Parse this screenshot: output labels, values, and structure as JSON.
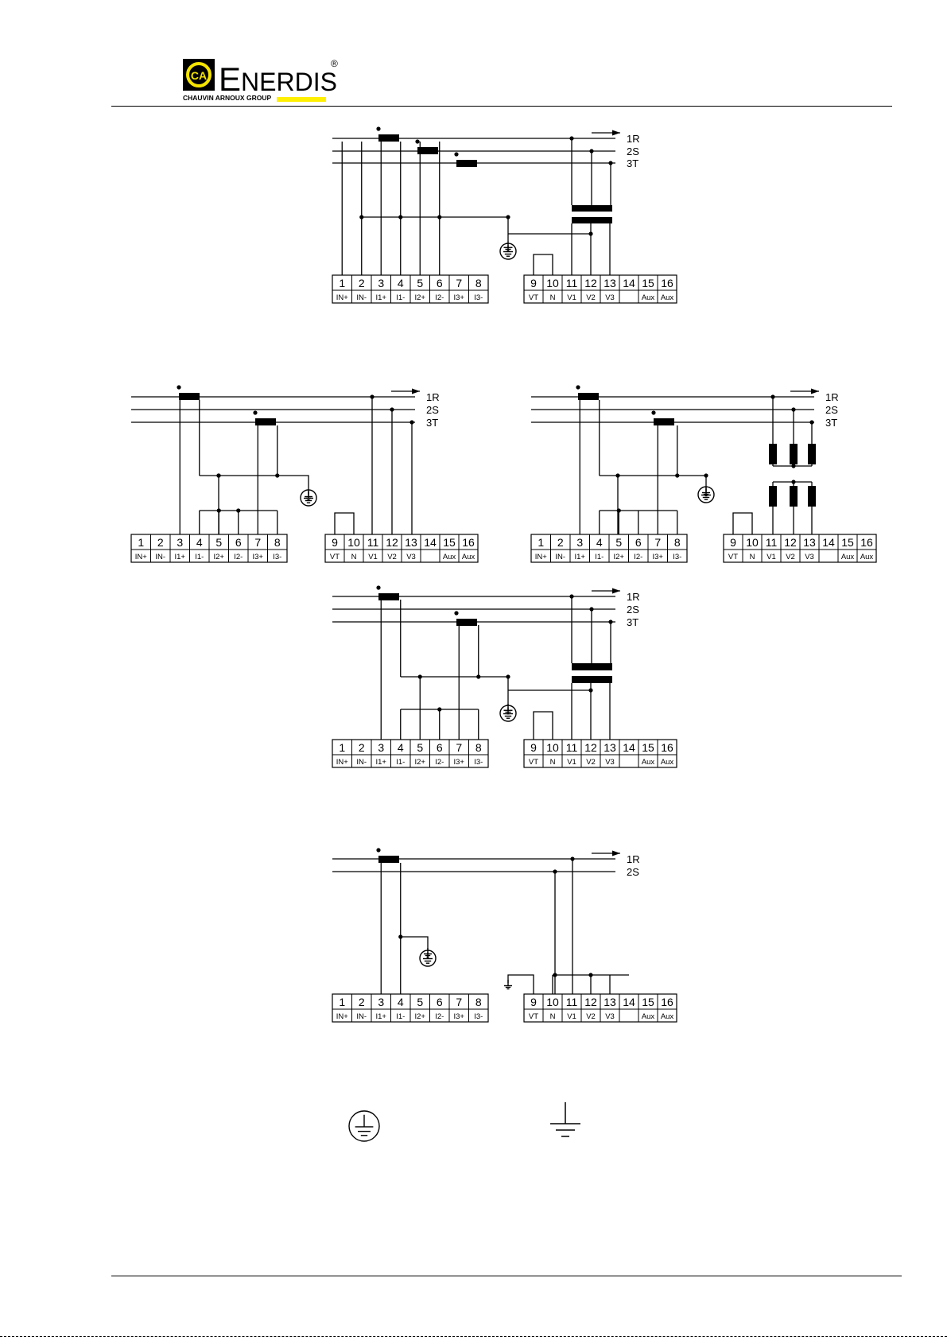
{
  "header": {
    "brand_name": "ENERDIS",
    "brand_initial": "E",
    "brand_rest": "NERDIS",
    "registered_mark": "®",
    "brand_tagline": "CHAUVIN ARNOUX GROUP",
    "logo_mark_glyph": "CA",
    "brand_color": "#FFEF00",
    "logo_colors": {
      "mark_bg": "#000000",
      "mark_fg": "#F5E400",
      "underline": "#FFEF00"
    }
  },
  "phase_labels": [
    "1R",
    "2S",
    "3T"
  ],
  "terminal_numbers": [
    "1",
    "2",
    "3",
    "4",
    "5",
    "6",
    "7",
    "8",
    "9",
    "10",
    "11",
    "12",
    "13",
    "14",
    "15",
    "16"
  ],
  "terminal_functions": [
    "IN+",
    "IN-",
    "I1+",
    "I1-",
    "I2+",
    "I2-",
    "I3+",
    "I3-",
    "VT",
    "N",
    "V1",
    "V2",
    "V3",
    "",
    "Aux",
    "Aux"
  ],
  "legend": {
    "icons": [
      "protective-earth-icon",
      "earth-ground-icon"
    ]
  }
}
